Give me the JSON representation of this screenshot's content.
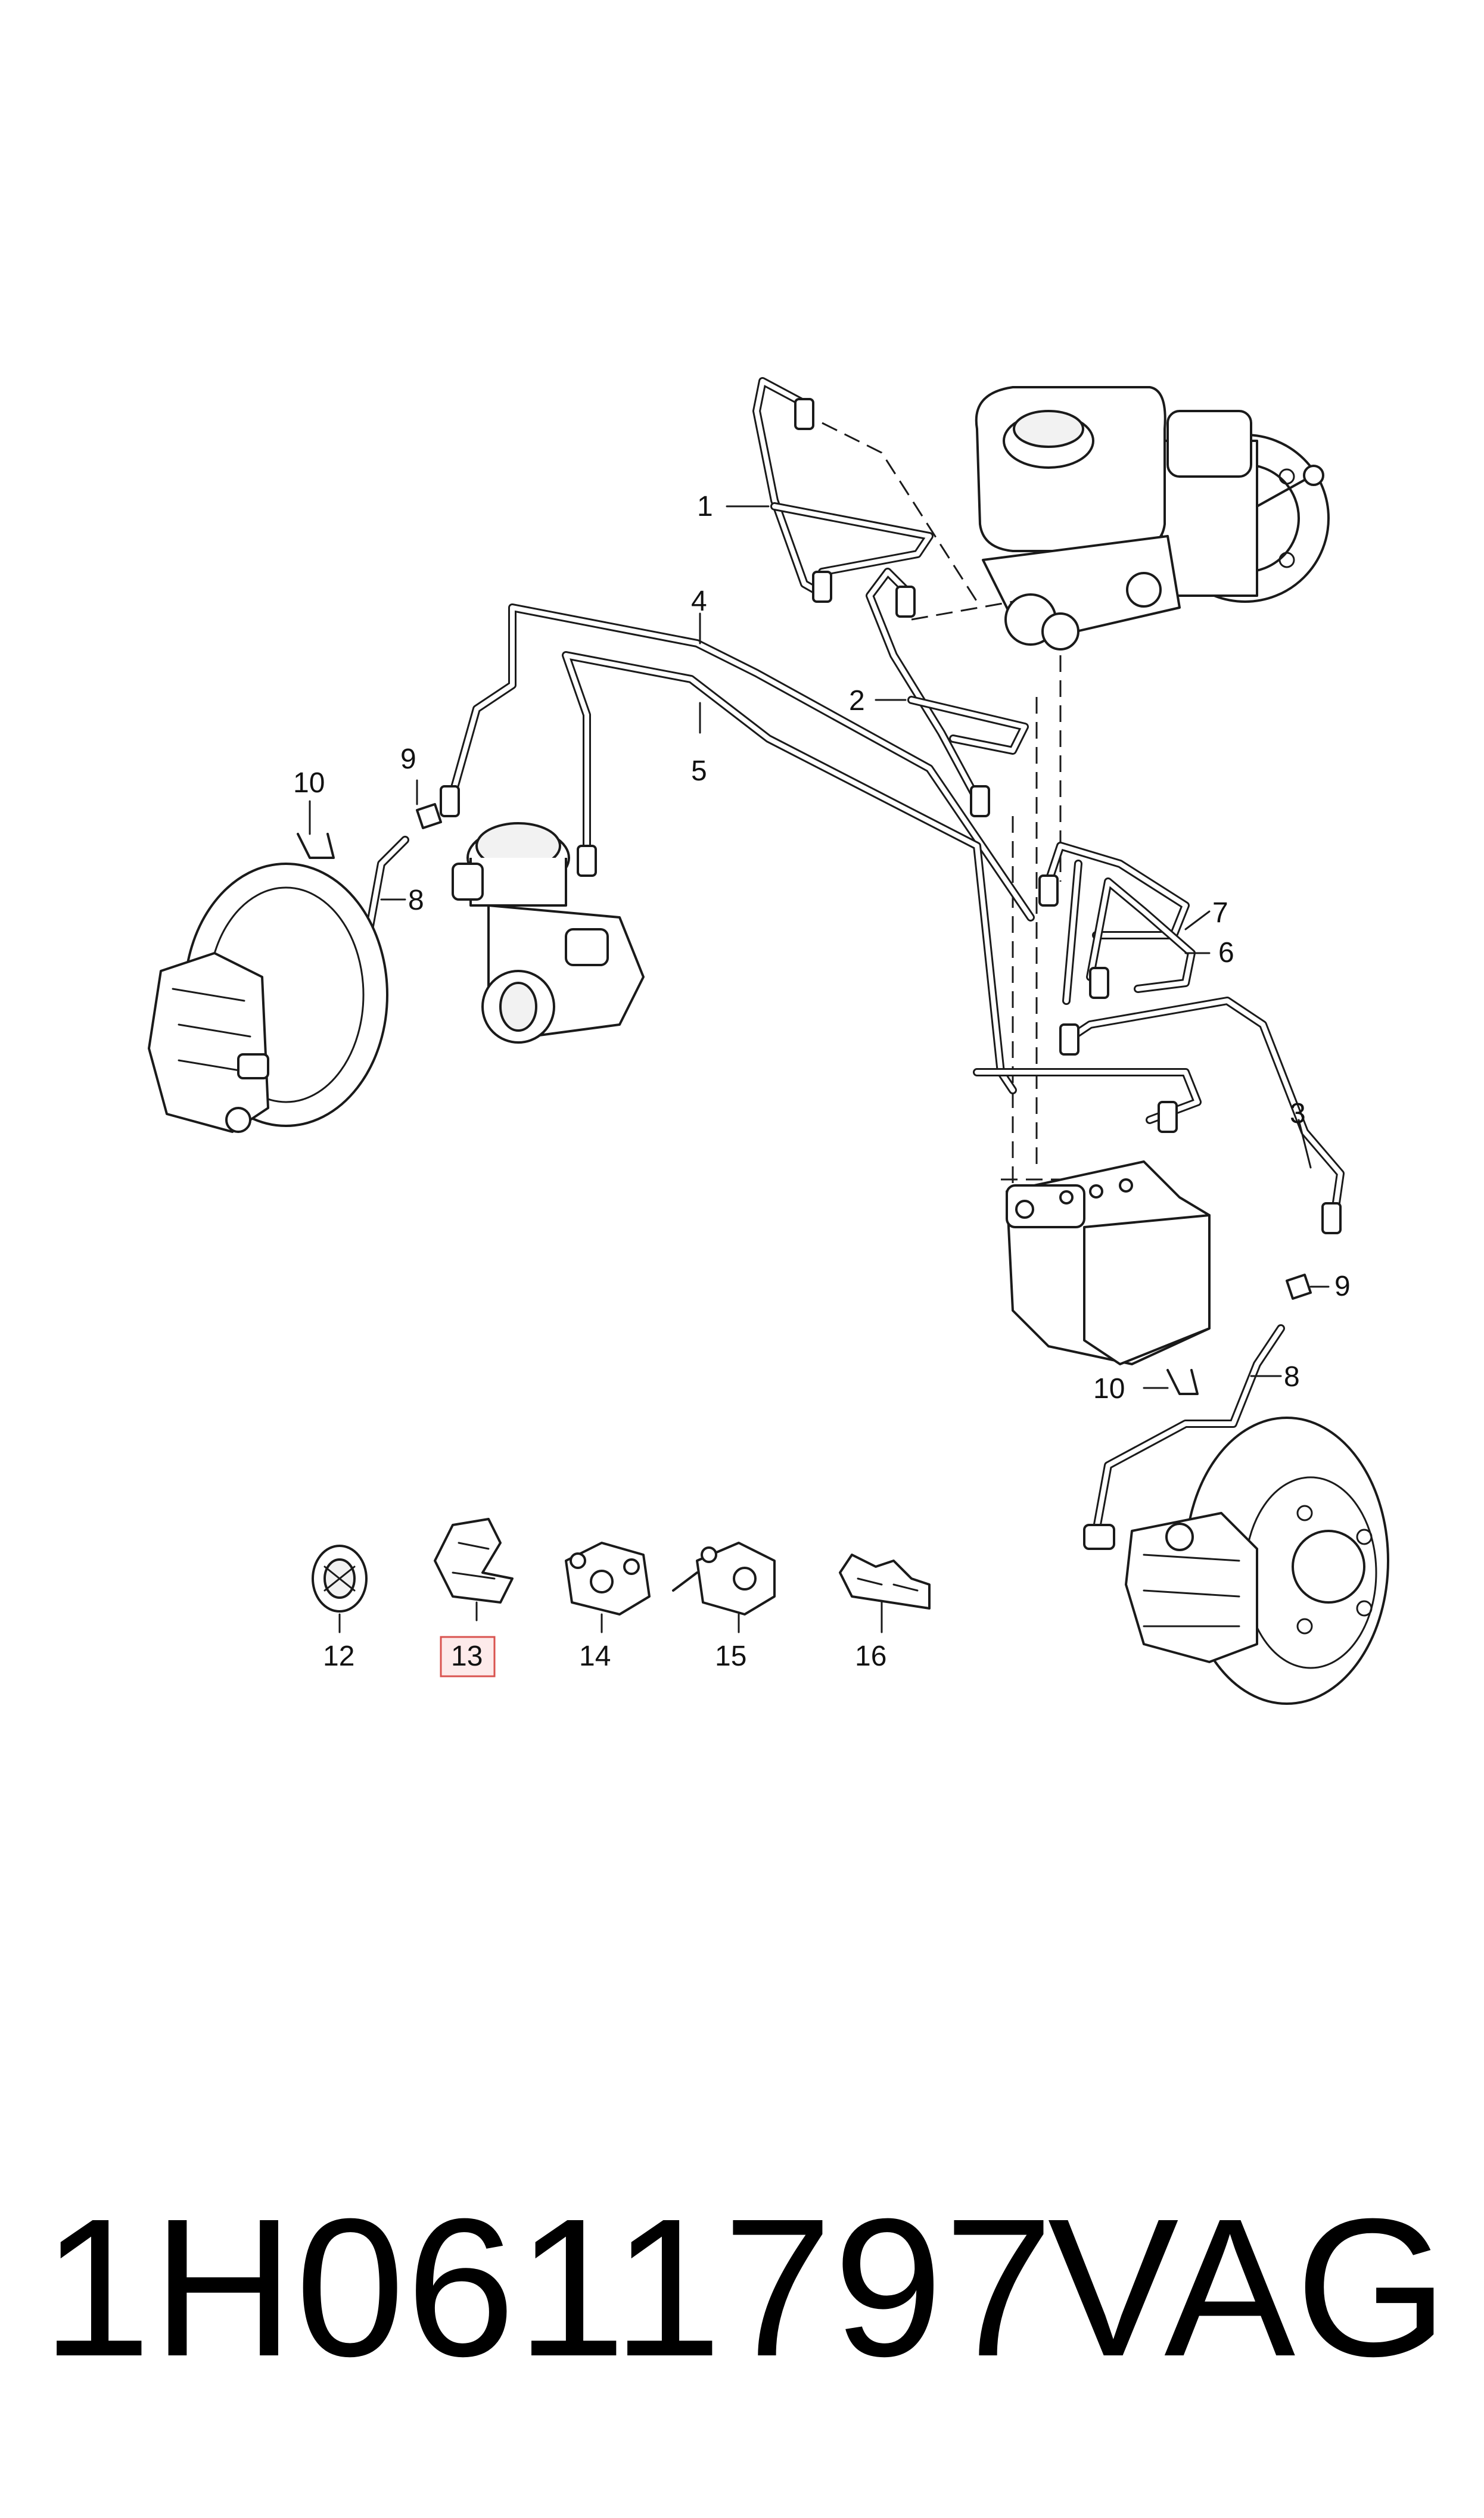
{
  "callouts": {
    "c1": "1",
    "c2": "2",
    "c3": "3",
    "c4": "4",
    "c5": "5",
    "c6": "6",
    "c7": "7",
    "c8_left": "8",
    "c8_right": "8",
    "c9_left": "9",
    "c9_right": "9",
    "c10_left": "10",
    "c10_right": "10",
    "c12": "12",
    "c13": "13",
    "c14": "14",
    "c15": "15",
    "c16": "16"
  },
  "highlighted_callout": "13",
  "highlight_color": "#d9534f",
  "footer": {
    "part_number": "1H0611797",
    "brand": "VAG"
  }
}
